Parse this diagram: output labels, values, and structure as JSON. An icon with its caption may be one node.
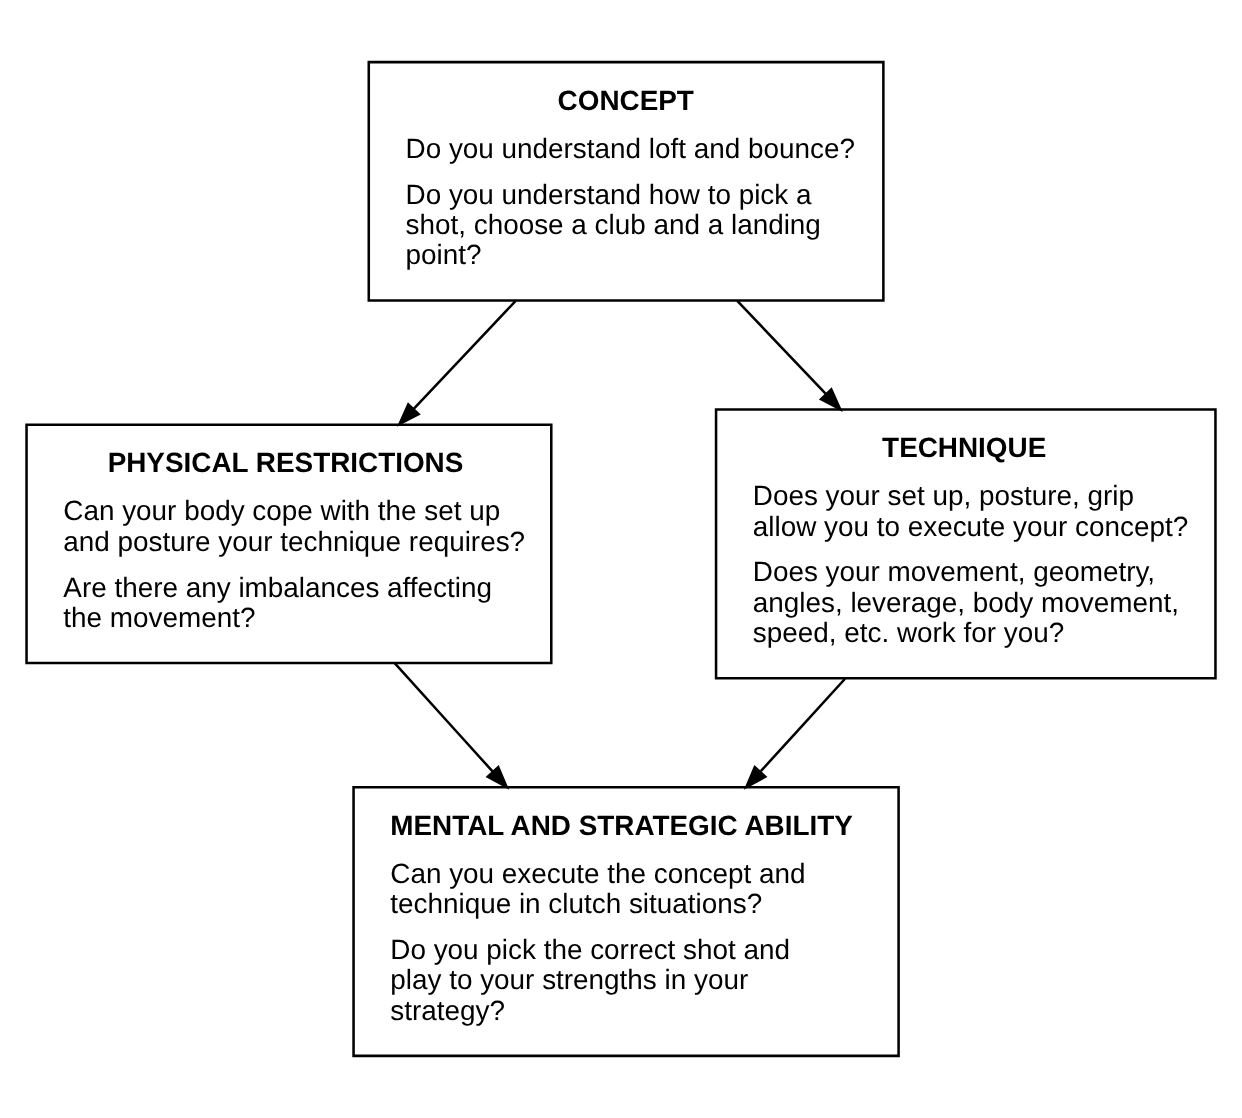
{
  "diagram": {
    "nodes": [
      {
        "text": [
          "CONCEPT",
          "Do you understand loft and bounce?",
          "Do you understand how to pick a shot, choose a club and a landing point?"
        ]
      },
      {
        "text": [
          "PHYSICAL RESTRICTIONS",
          "Can your body cope with the set up and posture your technique requires?",
          "Are there any imbalances affecting the movement?"
        ]
      },
      {
        "text": [
          "TECHNIQUE",
          "Does your set up, posture, grip allow you to execute your concept?",
          "Does your movement, geometry, angles, leverage, body movement, speed, etc. work for you?"
        ]
      },
      {
        "text": [
          "MENTAL AND STRATEGIC ABILITY",
          "Can you execute the concept and technique in clutch situations?",
          "Do you pick the correct shot and play to your strengths in your strategy?"
        ]
      }
    ],
    "edges": [
      {
        "from": 0,
        "to": 1,
        "arrow": "to"
      },
      {
        "from": 0,
        "to": 2,
        "arrow": "to"
      },
      {
        "from": 1,
        "to": 3,
        "arrow": "to"
      },
      {
        "from": 2,
        "to": 3,
        "arrow": "to"
      }
    ]
  }
}
